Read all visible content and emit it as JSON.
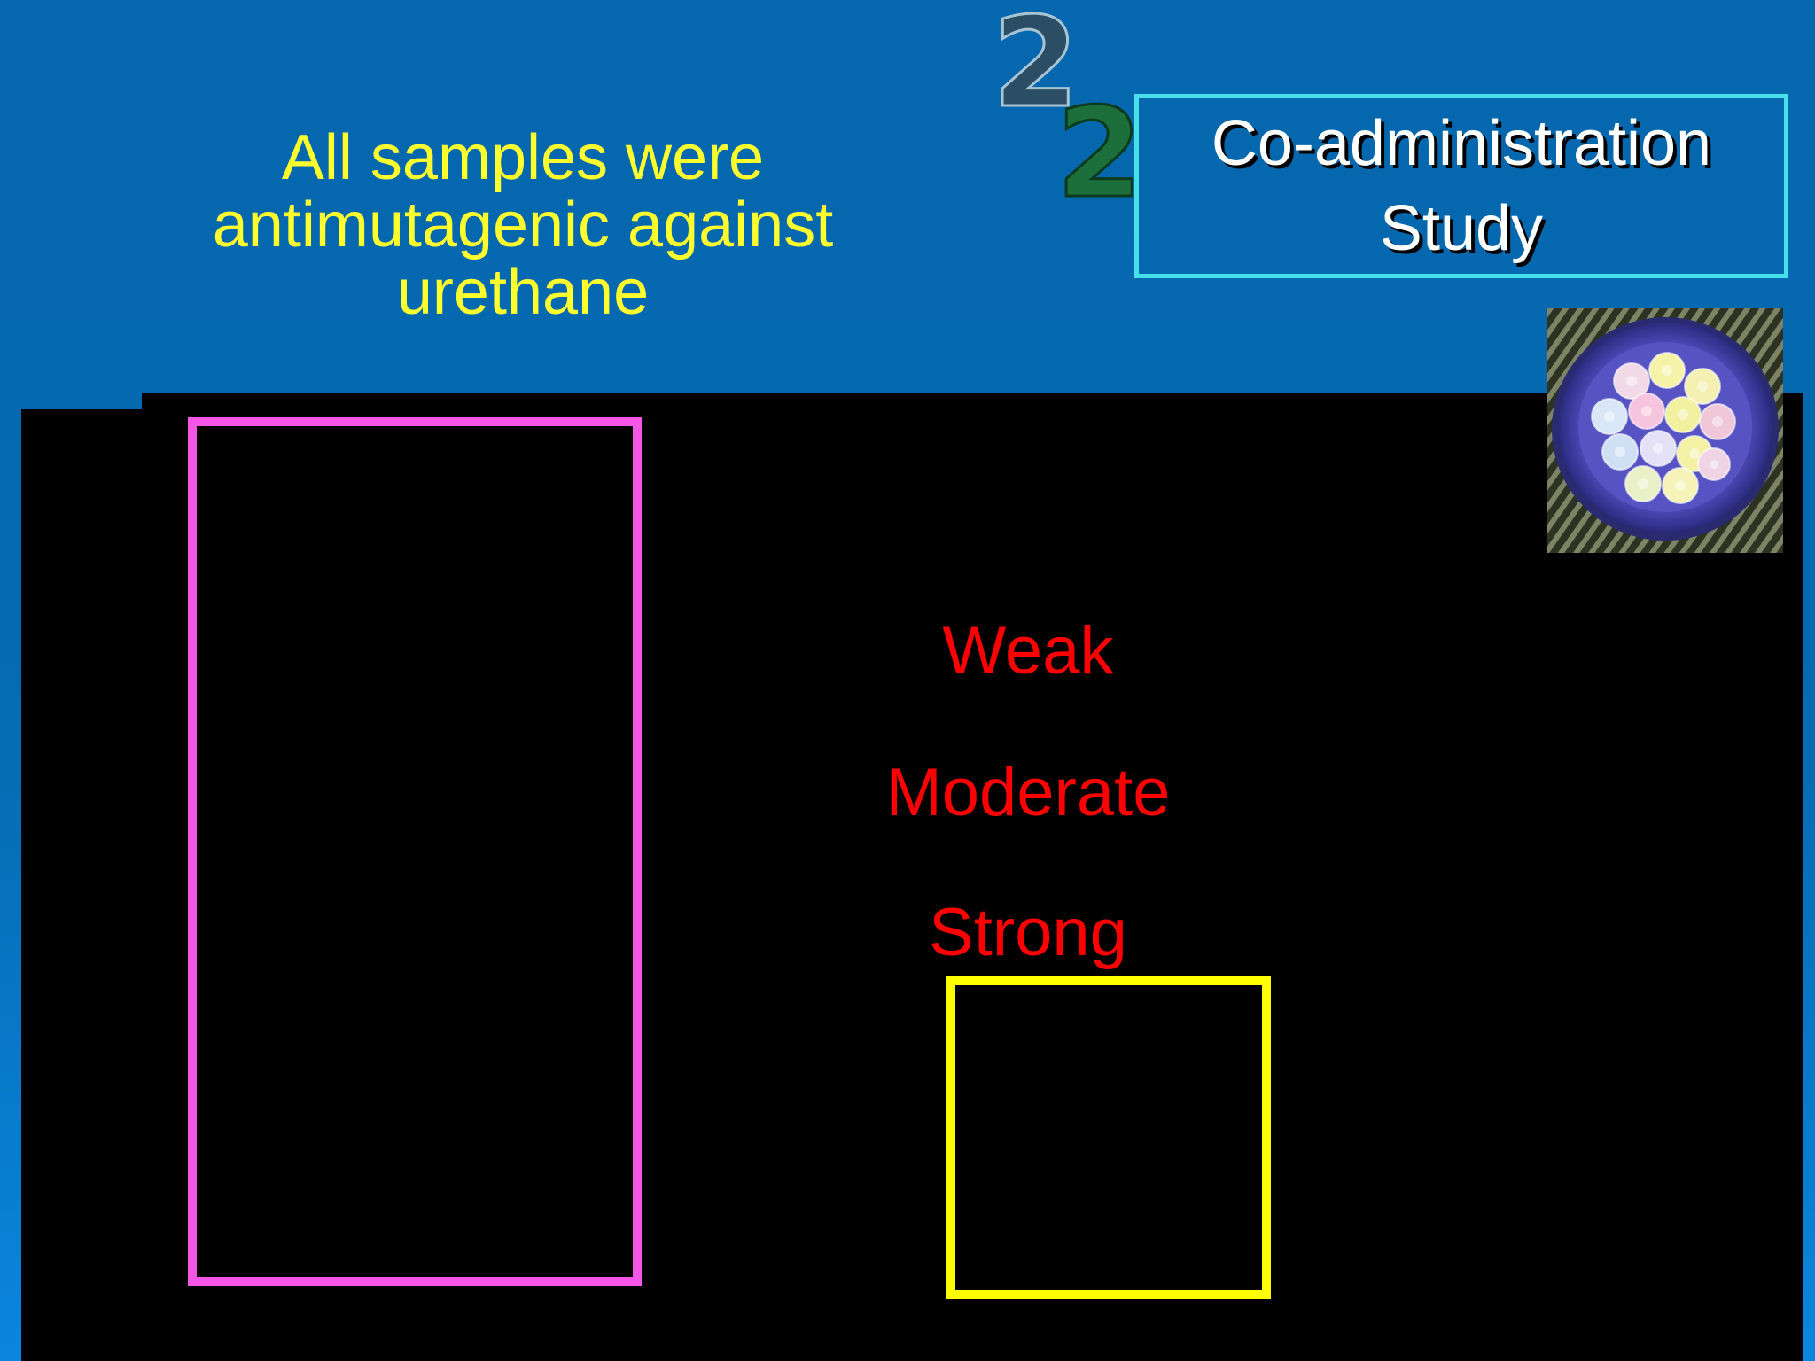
{
  "slide": {
    "heading": "All samples were antimutagenic against urethane",
    "study_label": "Co-administration\nStudy",
    "decorative_digits": [
      "2",
      "2"
    ],
    "levels": [
      "Weak",
      "Moderate",
      "Strong"
    ],
    "photo": "bowl-of-candies-photo"
  },
  "colors": {
    "background": "#056bb2",
    "heading_text": "#ffff2e",
    "study_box_border": "#46e0ea",
    "levels_text": "#ff0000",
    "pink_frame": "#f457e6",
    "yellow_frame": "#ffff00",
    "panel": "#000000"
  }
}
